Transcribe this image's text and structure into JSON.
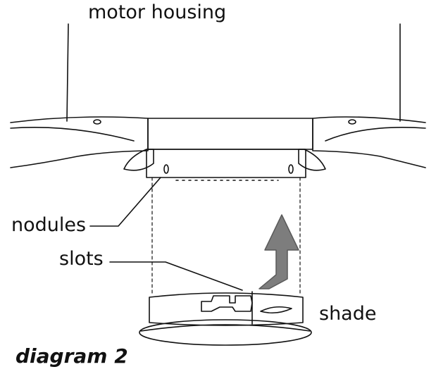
{
  "diagram": {
    "caption": "diagram 2",
    "labels": {
      "motor_housing": "motor housing",
      "nodules": "nodules",
      "slots": "slots",
      "shade": "shade"
    },
    "arrow_direction": "up",
    "colors": {
      "line": "#111111",
      "arrow_fill": "#7d7d7d",
      "arrow_outline": "#5a5a5a",
      "background": "#ffffff"
    }
  }
}
